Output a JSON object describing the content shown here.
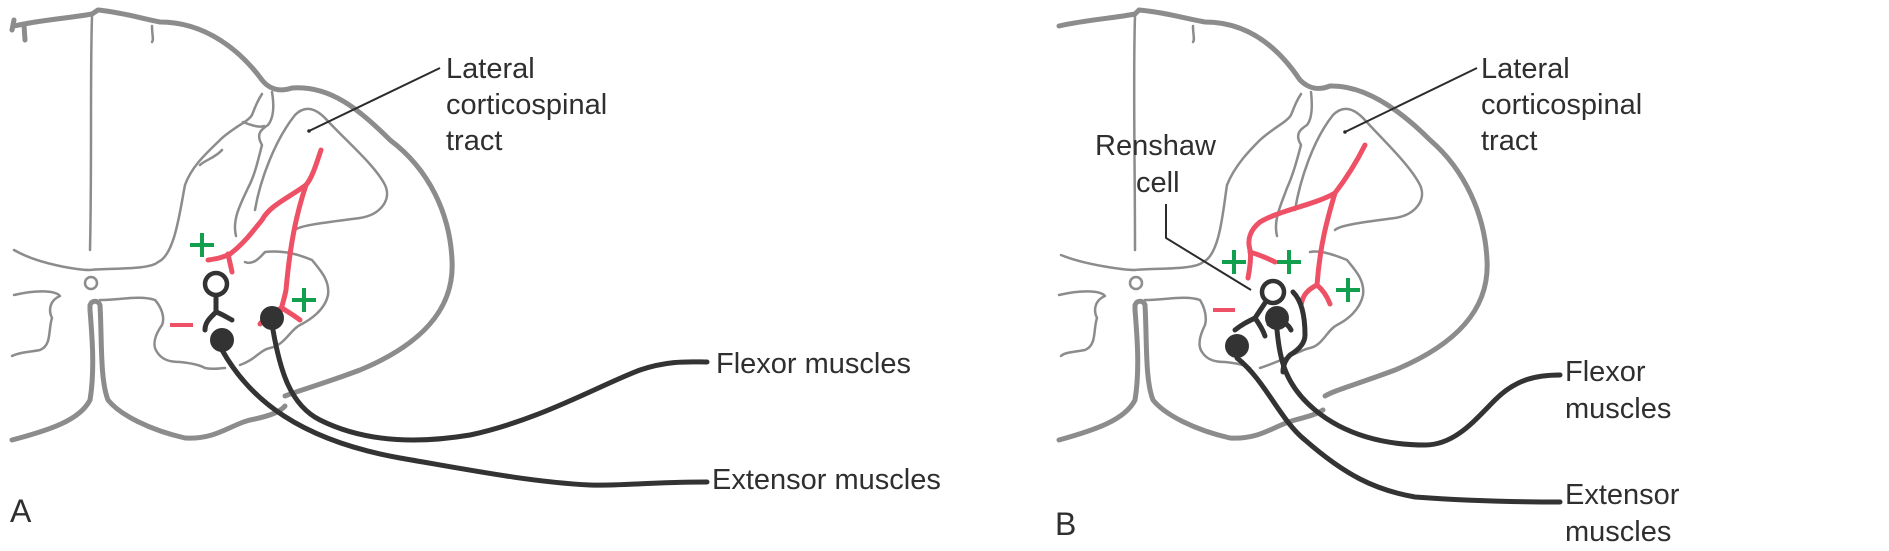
{
  "figure": {
    "panels": [
      {
        "letter": "A",
        "labels": {
          "tract": [
            "Lateral",
            "corticospinal",
            "tract"
          ],
          "flexor": "Flexor muscles",
          "extensor": "Extensor muscles"
        },
        "signs": {
          "excitatory": "+",
          "inhibitory": "−"
        }
      },
      {
        "letter": "B",
        "labels": {
          "renshaw": [
            "Renshaw",
            "cell"
          ],
          "tract": [
            "Lateral",
            "corticospinal",
            "tract"
          ],
          "flexor": [
            "Flexor",
            "muscles"
          ],
          "extensor": [
            "Extensor",
            "muscles"
          ]
        },
        "signs": {
          "excitatory": "+",
          "inhibitory": "−"
        }
      }
    ],
    "colors": {
      "cord_outline": "#8c8c8c",
      "corticospinal_tract": "#ee5166",
      "motor_neurons": "#333333",
      "excitatory_sign": "#12a04e",
      "inhibitory_sign": "#ee5166"
    }
  }
}
